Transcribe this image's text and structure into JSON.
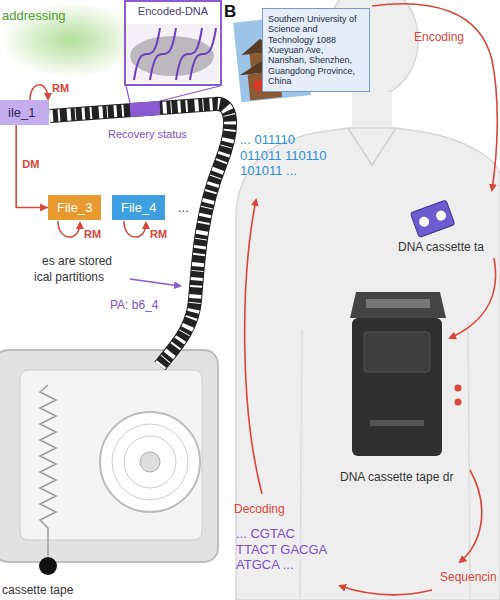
{
  "diagram": {
    "nodes": [
      {
        "text": [
          "Encoded-DNA"
        ]
      },
      {
        "text": [
          "ile_1"
        ]
      },
      {
        "text": [
          "File_3"
        ]
      },
      {
        "text": [
          "File_4"
        ]
      },
      {
        "text": [
          "Southern University of Science and Technology 1088 Xueyuan Ave, Nanshan, Shenzhen, Guangdong Province, China"
        ]
      }
    ],
    "edges": [
      {
        "from": 1,
        "to": 2,
        "arrow": "to",
        "label": "DM"
      }
    ],
    "labels": [
      "addressing",
      "RM",
      "Recovery status",
      "RM",
      "RM",
      "...",
      "es are stored",
      "ical partitions",
      "PA: b6_4",
      "cassette tape",
      "B",
      "Encoding",
      "... 011110 011011 110110 101011 ...",
      "DNA cassette ta",
      "DNA cassette tape dr",
      "Decoding",
      "... CGTAC TTACT GACGA ATGCA ...",
      "Sequencin"
    ]
  }
}
